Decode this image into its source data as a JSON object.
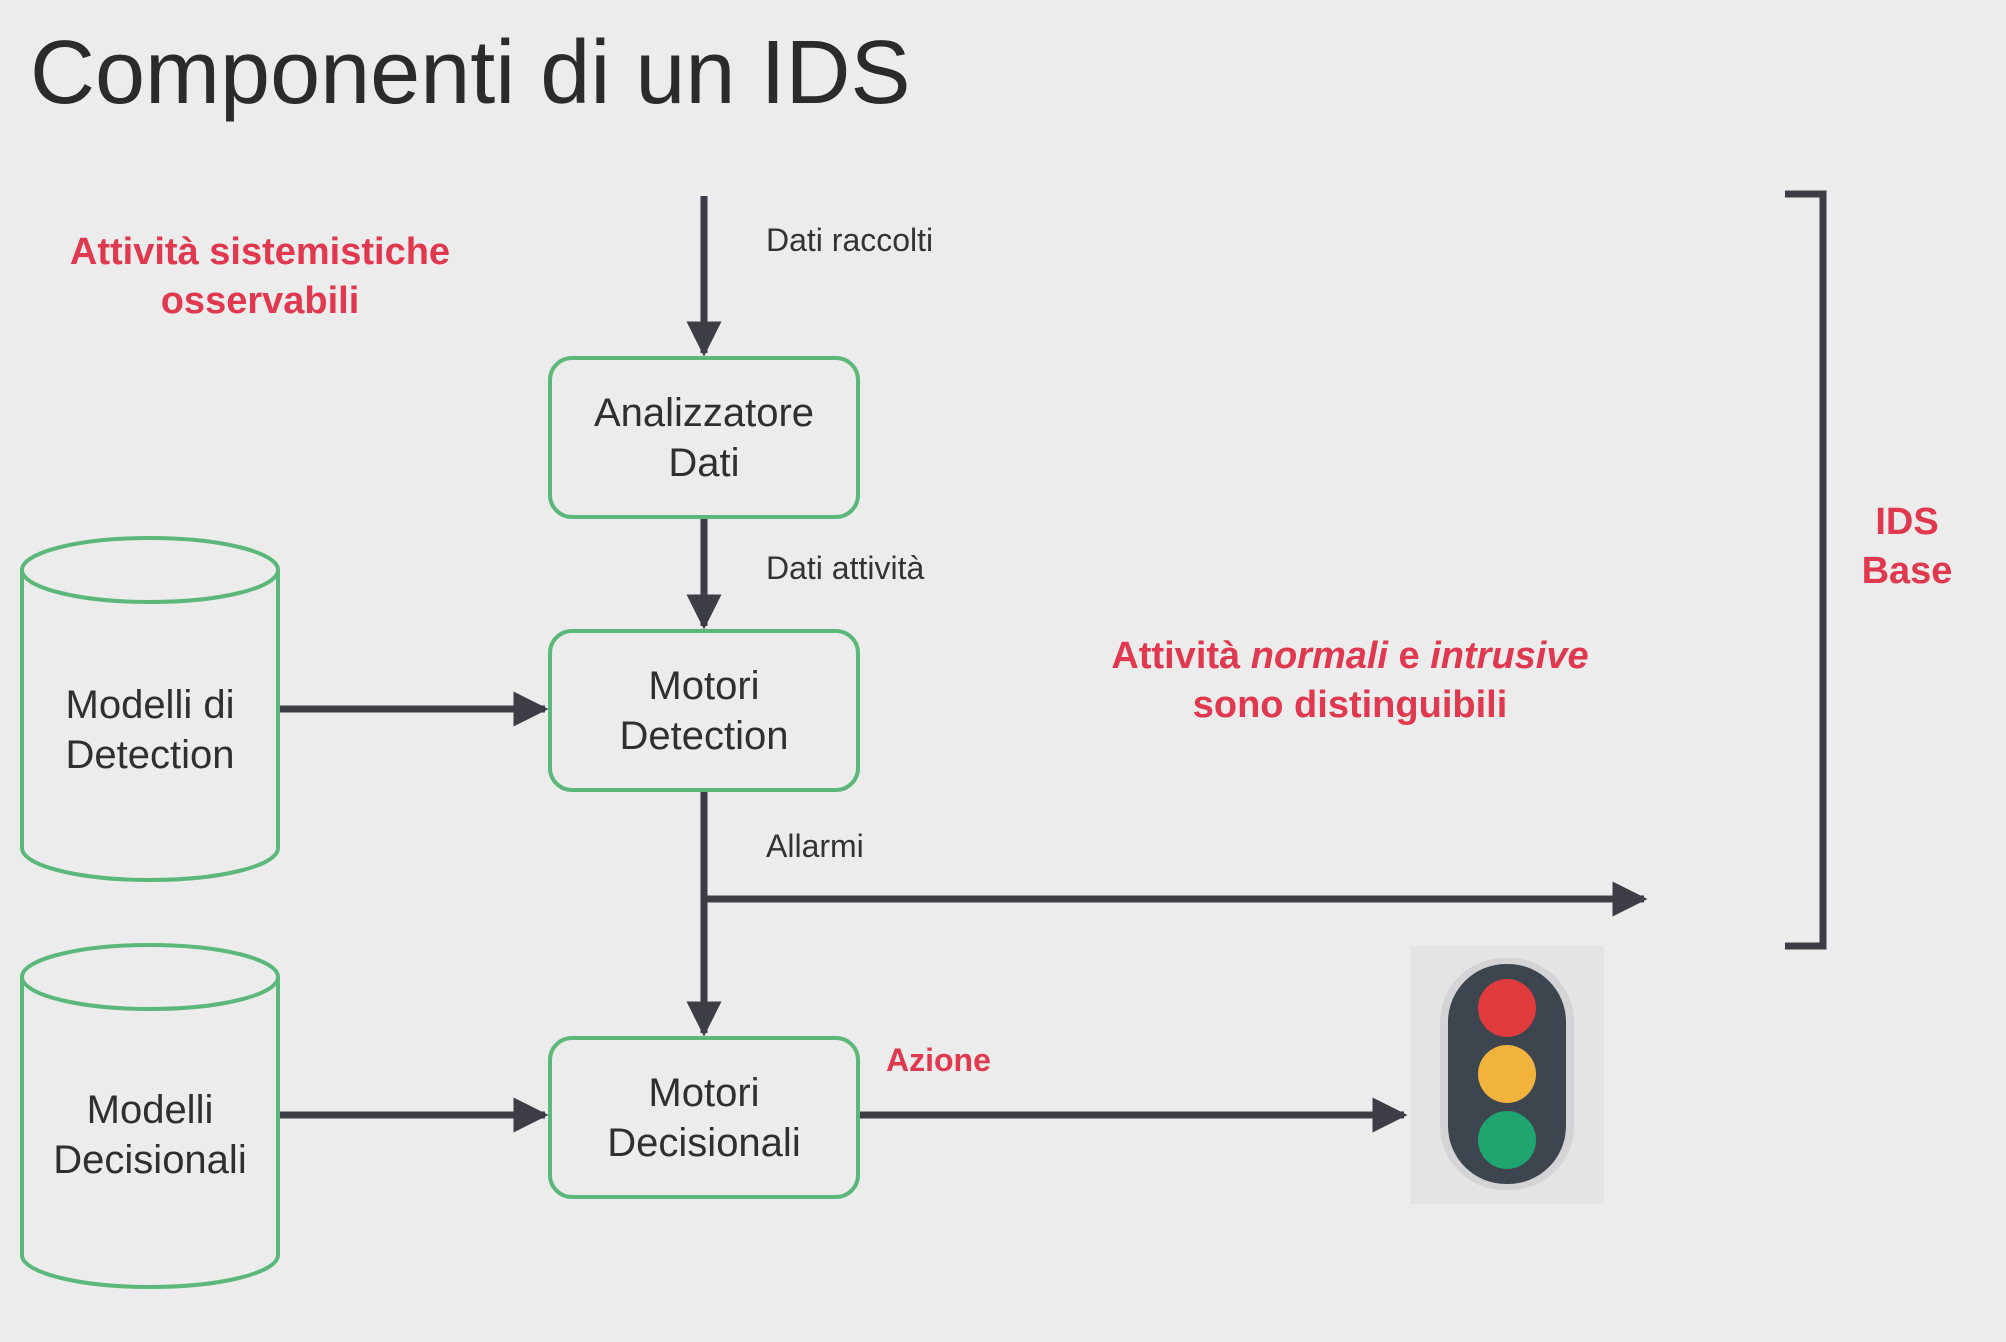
{
  "title": "Componenti di un IDS",
  "notes": {
    "observable_line1": "Attività sistemistiche",
    "observable_line2": "osservabili",
    "distinguish_pre": "Attività ",
    "distinguish_normal": "normali",
    "distinguish_mid": " e ",
    "distinguish_intrusive": "intrusive",
    "distinguish_line2": "sono distinguibili",
    "ids_base_line1": "IDS",
    "ids_base_line2": "Base"
  },
  "labels": {
    "dati_raccolti": "Dati raccolti",
    "dati_attivita": "Dati attività",
    "allarmi": "Allarmi",
    "azione": "Azione"
  },
  "boxes": {
    "analizzatore_line1": "Analizzatore",
    "analizzatore_line2": "Dati",
    "detection_line1": "Motori",
    "detection_line2": "Detection",
    "decisionali_line1": "Motori",
    "decisionali_line2": "Decisionali"
  },
  "databases": {
    "detection_models_line1": "Modelli di",
    "detection_models_line2": "Detection",
    "decision_models_line1": "Modelli",
    "decision_models_line2": "Decisionali"
  },
  "colors": {
    "accent_red": "#e0384f",
    "box_green": "#5cb87a",
    "arrow_dark": "#3d3d45",
    "light_red": "#e23b3e",
    "light_yellow": "#f2b33d",
    "light_green": "#1fa570"
  }
}
